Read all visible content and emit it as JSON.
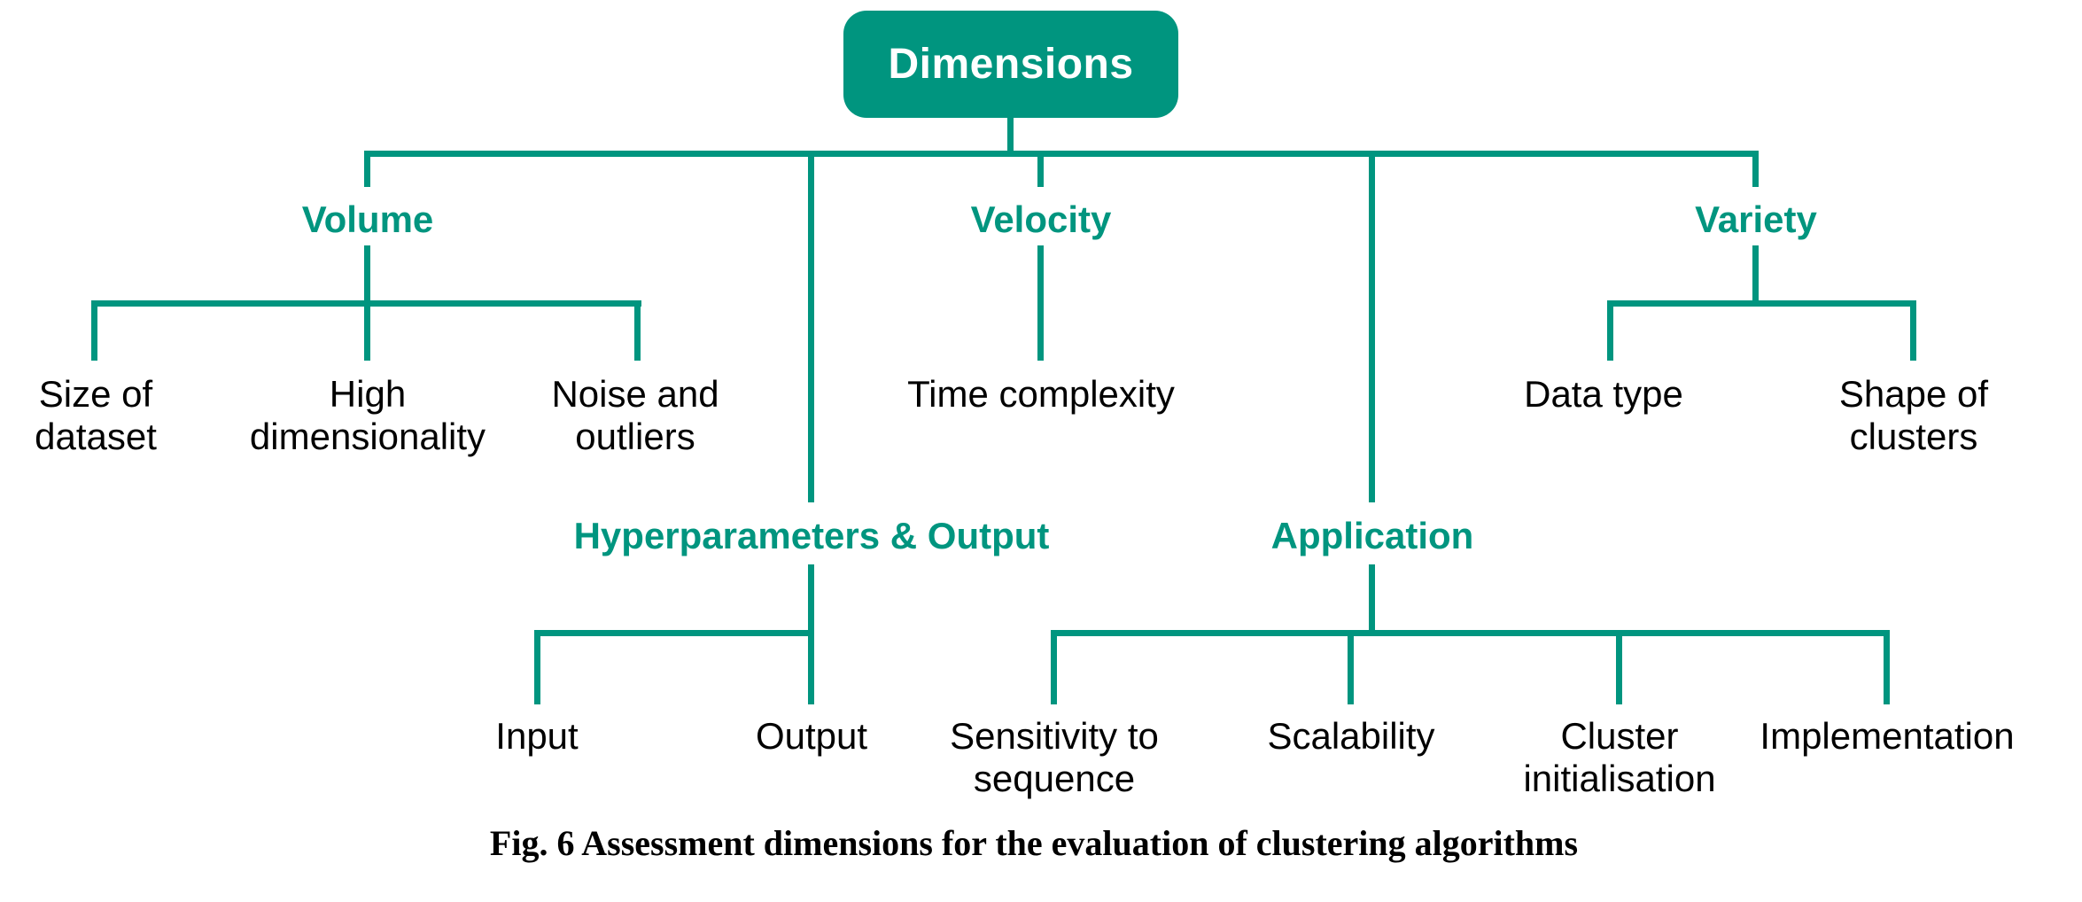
{
  "root_label": "Dimensions",
  "tree": {
    "volume": {
      "label": "Volume",
      "leaves": [
        "Size of\ndataset",
        "High\ndimensionality",
        "Noise and\noutliers"
      ]
    },
    "velocity": {
      "label": "Velocity",
      "leaves": [
        "Time complexity"
      ]
    },
    "variety": {
      "label": "Variety",
      "leaves": [
        "Data type",
        "Shape of\nclusters"
      ]
    },
    "hyperparameters_output": {
      "label": "Hyperparameters & Output",
      "leaves": [
        "Input",
        "Output"
      ]
    },
    "application": {
      "label": "Application",
      "leaves": [
        "Sensitivity to\nsequence",
        "Scalability",
        "Cluster\ninitialisation",
        "Implementation"
      ]
    }
  },
  "caption": "Fig. 6 Assessment dimensions for the evaluation of clustering algorithms",
  "colors": {
    "accent": "#00957F",
    "leaf_text": "#000000",
    "root_text": "#FFFFFF",
    "background": "#FFFFFF"
  }
}
